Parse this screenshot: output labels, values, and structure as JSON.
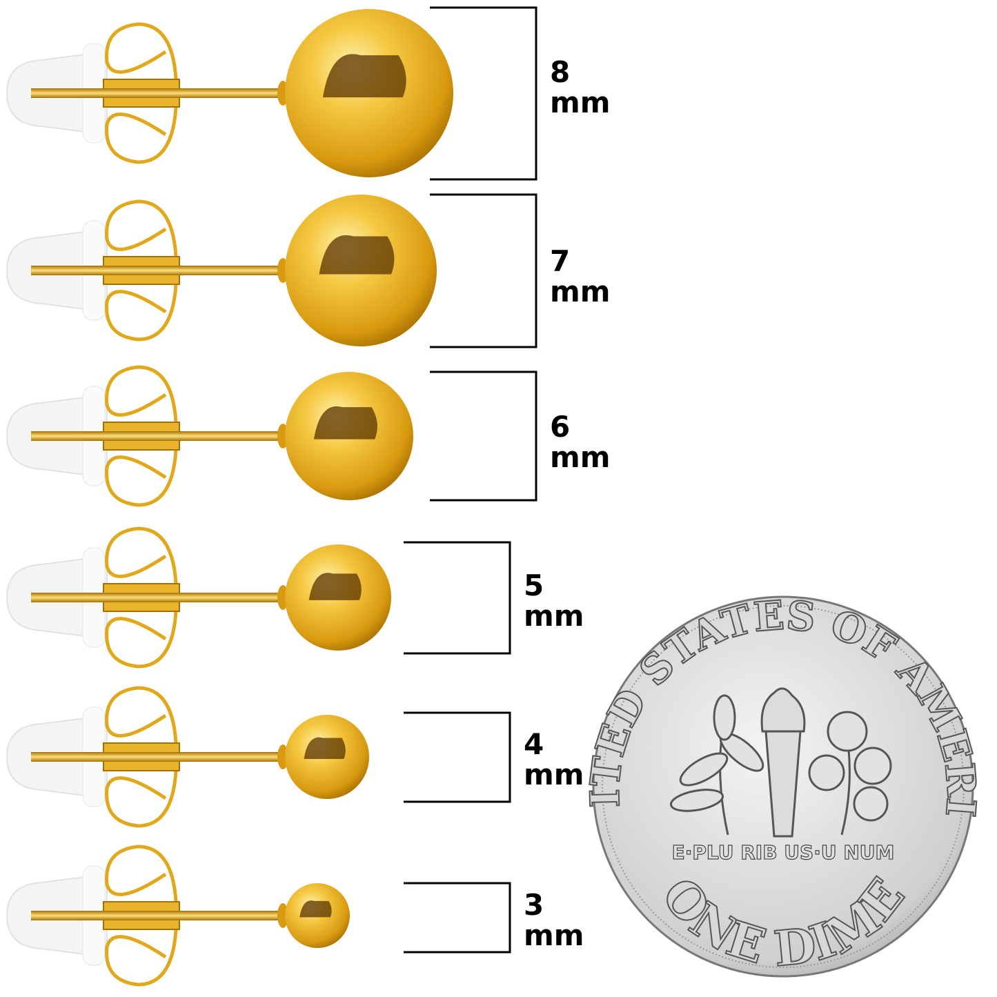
{
  "colors": {
    "gold": "#e0a81a",
    "gold_light": "#ffe27a",
    "gold_dark": "#8a5a00",
    "silicone": "#f2f2f2",
    "bracket": "#000000",
    "coin": "#c9c9c9"
  },
  "studs": [
    {
      "size": "8",
      "unit": "mm",
      "diameter_mm": 8
    },
    {
      "size": "7",
      "unit": "mm",
      "diameter_mm": 7
    },
    {
      "size": "6",
      "unit": "mm",
      "diameter_mm": 6
    },
    {
      "size": "5",
      "unit": "mm",
      "diameter_mm": 5
    },
    {
      "size": "4",
      "unit": "mm",
      "diameter_mm": 4
    },
    {
      "size": "3",
      "unit": "mm",
      "diameter_mm": 3
    }
  ],
  "coin": {
    "top_text": "UNITED STATES OF AMERICA",
    "motto": "E·PLU RIB US·U NUM",
    "bottom_text": "ONE DIME"
  }
}
